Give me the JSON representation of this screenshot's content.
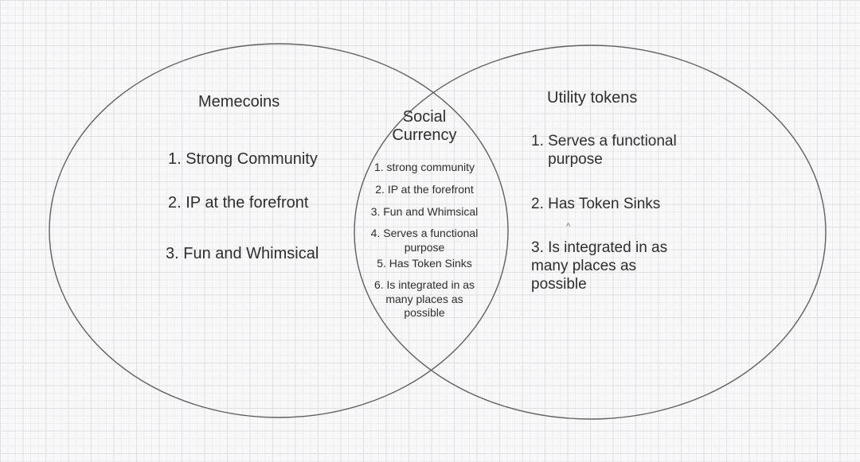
{
  "diagram": {
    "type": "venn",
    "colors": {
      "paper": "#f8f8f9",
      "grid_minor": "#ededf0",
      "grid_major": "#dfdfe4",
      "circle_stroke": "#606060",
      "text": "#2e2e2e"
    },
    "left_circle": {
      "title": "Memecoins",
      "items": [
        "1. Strong Community",
        "2. IP at the forefront",
        "3. Fun and Whimsical"
      ]
    },
    "intersection": {
      "title": "Social\nCurrency",
      "items": [
        "1. strong community",
        "2. IP at the forefront",
        "3. Fun and Whimsical",
        "4. Serves a functional\npurpose",
        "5. Has Token Sinks",
        "6. Is integrated in as\nmany places as\npossible"
      ]
    },
    "right_circle": {
      "title": "Utility tokens",
      "items": [
        "1. Serves a functional\n    purpose",
        "2. Has Token Sinks",
        "3. Is integrated in as\nmany places as\npossible"
      ],
      "caret_annotation": "^"
    }
  }
}
